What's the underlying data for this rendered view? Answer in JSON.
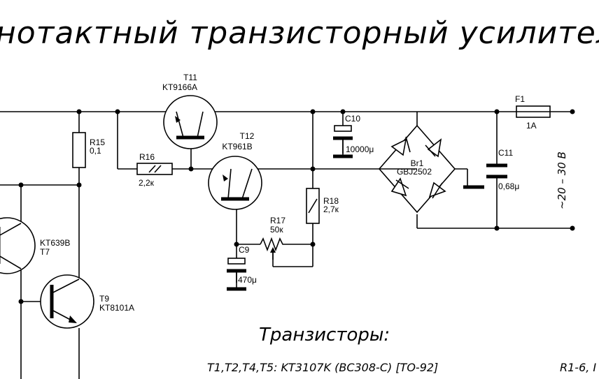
{
  "title": "нотактный транзисторный усилител",
  "section_title": "Транзисторы:",
  "transistor_note": "T1,T2,T4,T5: KT3107K (BC308-C) [TO-92]",
  "resistor_note_fragment": "R1-6, I",
  "voltage_label": "~20 – 30 В",
  "components": {
    "t11": {
      "ref": "T11",
      "part": "KT9166A"
    },
    "t12": {
      "ref": "T12",
      "part": "KT961B"
    },
    "t7": {
      "ref": "T7",
      "part": "KT639B"
    },
    "t9": {
      "ref": "T9",
      "part": "KT8101A"
    },
    "r15": {
      "ref": "R15",
      "value": "0,1"
    },
    "r16": {
      "ref": "R16",
      "value": "2,2к"
    },
    "r17": {
      "ref": "R17",
      "value": "50к"
    },
    "r18": {
      "ref": "R18",
      "value": "2,7к"
    },
    "c9": {
      "ref": "C9",
      "value": "470μ"
    },
    "c10": {
      "ref": "C10",
      "value": "10000μ"
    },
    "c11": {
      "ref": "C11",
      "value": "0,68μ"
    },
    "br1": {
      "ref": "Br1",
      "part": "GBJ2502"
    },
    "f1": {
      "ref": "F1",
      "value": "1A"
    }
  }
}
